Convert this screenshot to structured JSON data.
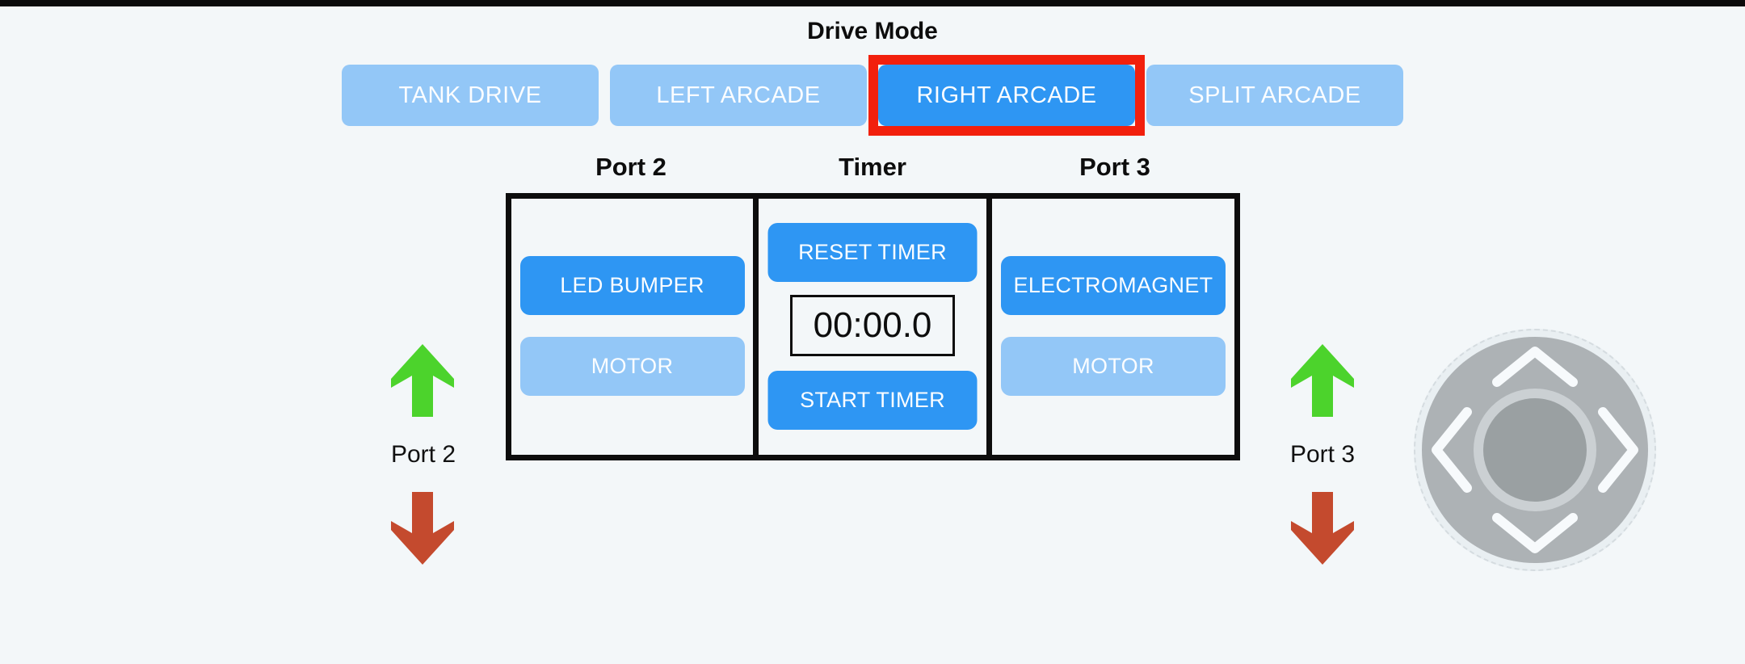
{
  "colors": {
    "bg": "#F3F7F9",
    "blue": "#2E96F3",
    "lightblue": "#93C7F7",
    "red": "#F2200D",
    "green": "#4CD32C",
    "brickred": "#C44A2E",
    "joystick_gray": "#ADB2B5",
    "knob_ring": "#CBD0D3",
    "knob_center": "#9AA0A2"
  },
  "title": "Drive Mode",
  "drive_modes": {
    "buttons": [
      {
        "label": "TANK DRIVE",
        "active": false
      },
      {
        "label": "LEFT ARCADE",
        "active": false
      },
      {
        "label": "RIGHT ARCADE",
        "active": true,
        "highlighted": true
      },
      {
        "label": "SPLIT ARCADE",
        "active": false
      }
    ]
  },
  "panel": {
    "headers": [
      "Port 2",
      "Timer",
      "Port 3"
    ],
    "port2": {
      "led_bumper_label": "LED BUMPER",
      "led_bumper_state": "on",
      "motor_label": "MOTOR",
      "motor_state": "off"
    },
    "timer": {
      "reset_label": "RESET TIMER",
      "display_value": "00:00.0",
      "start_label": "START TIMER"
    },
    "port3": {
      "electromagnet_label": "ELECTROMAGNET",
      "electromagnet_state": "on",
      "motor_label": "MOTOR",
      "motor_state": "off"
    }
  },
  "left_control": {
    "label": "Port 2",
    "up_icon": "green-up-arrow",
    "down_icon": "red-down-arrow"
  },
  "right_control": {
    "label": "Port 3",
    "up_icon": "green-up-arrow",
    "down_icon": "red-down-arrow"
  },
  "joystick": {
    "name": "drive-joystick",
    "directions": [
      "up",
      "left",
      "right",
      "down"
    ]
  }
}
